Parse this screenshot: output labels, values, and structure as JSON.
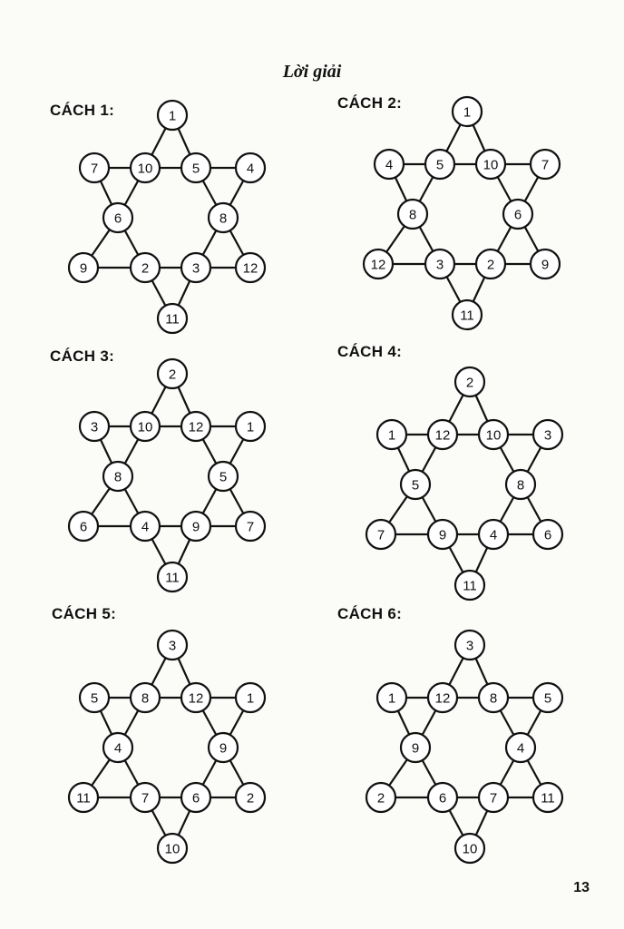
{
  "title": "Lời giải",
  "page_number": "13",
  "solutions": [
    {
      "label": "CÁCH 1:",
      "values": [
        "1",
        "7",
        "10",
        "5",
        "4",
        "6",
        "8",
        "9",
        "2",
        "3",
        "12",
        "11"
      ]
    },
    {
      "label": "CÁCH 2:",
      "values": [
        "1",
        "4",
        "5",
        "10",
        "7",
        "8",
        "6",
        "12",
        "3",
        "2",
        "9",
        "11"
      ]
    },
    {
      "label": "CÁCH 3:",
      "values": [
        "2",
        "3",
        "10",
        "12",
        "1",
        "8",
        "5",
        "6",
        "4",
        "9",
        "7",
        "11"
      ]
    },
    {
      "label": "CÁCH 4:",
      "values": [
        "2",
        "1",
        "12",
        "10",
        "3",
        "5",
        "8",
        "7",
        "9",
        "4",
        "6",
        "11"
      ]
    },
    {
      "label": "CÁCH 5:",
      "values": [
        "3",
        "5",
        "8",
        "12",
        "1",
        "4",
        "9",
        "11",
        "7",
        "6",
        "2",
        "10"
      ]
    },
    {
      "label": "CÁCH 6:",
      "values": [
        "3",
        "1",
        "12",
        "8",
        "5",
        "9",
        "4",
        "2",
        "6",
        "7",
        "11",
        "10"
      ]
    }
  ]
}
